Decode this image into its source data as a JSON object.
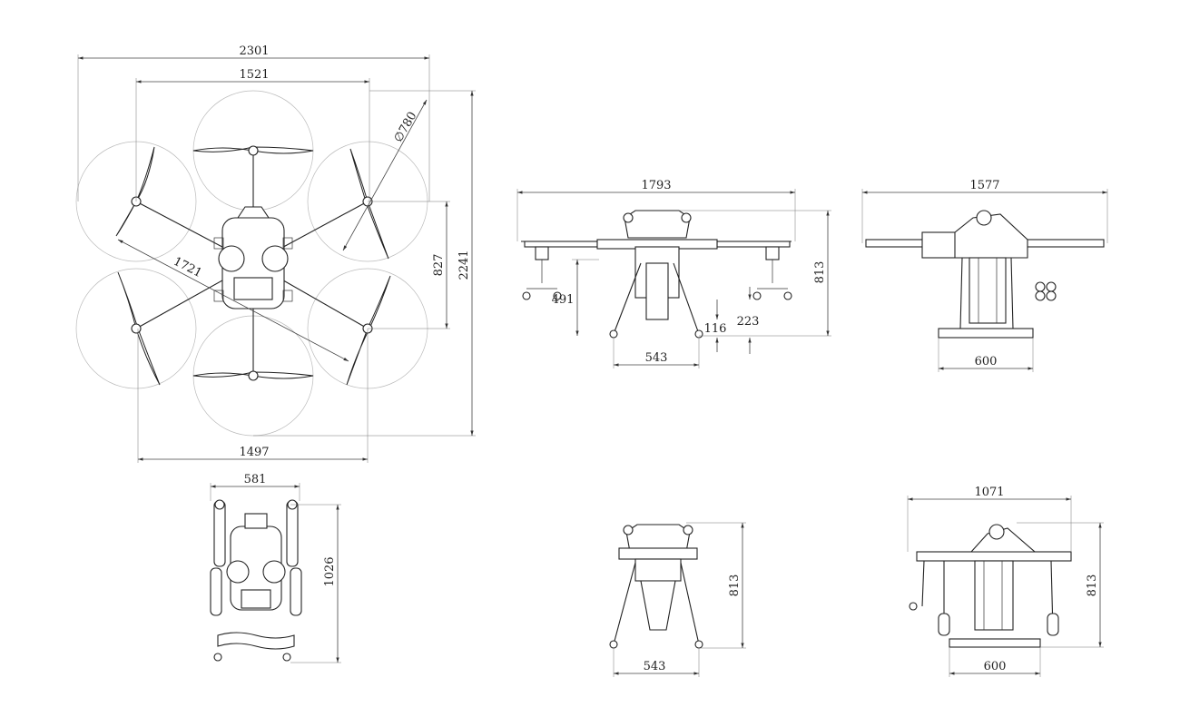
{
  "top_view": {
    "overall_width": "2301",
    "motor_span": "1521",
    "propeller_diameter": "780",
    "diagonal": "1721",
    "side_motor_span": "827",
    "overall_depth": "2241",
    "bottom_span": "1497"
  },
  "front_view": {
    "width": "1793",
    "height": "813",
    "gear_height": "491",
    "foot_height": "116",
    "clearance": "223",
    "leg_span": "543"
  },
  "side_view": {
    "width": "1577",
    "skid_width": "600"
  },
  "folded_top_view": {
    "width": "581",
    "length": "1026"
  },
  "folded_front_view": {
    "height": "813",
    "leg_span": "543"
  },
  "folded_side_view": {
    "width": "1071",
    "height": "813",
    "skid_width": "600"
  },
  "diameter_symbol": "∅"
}
